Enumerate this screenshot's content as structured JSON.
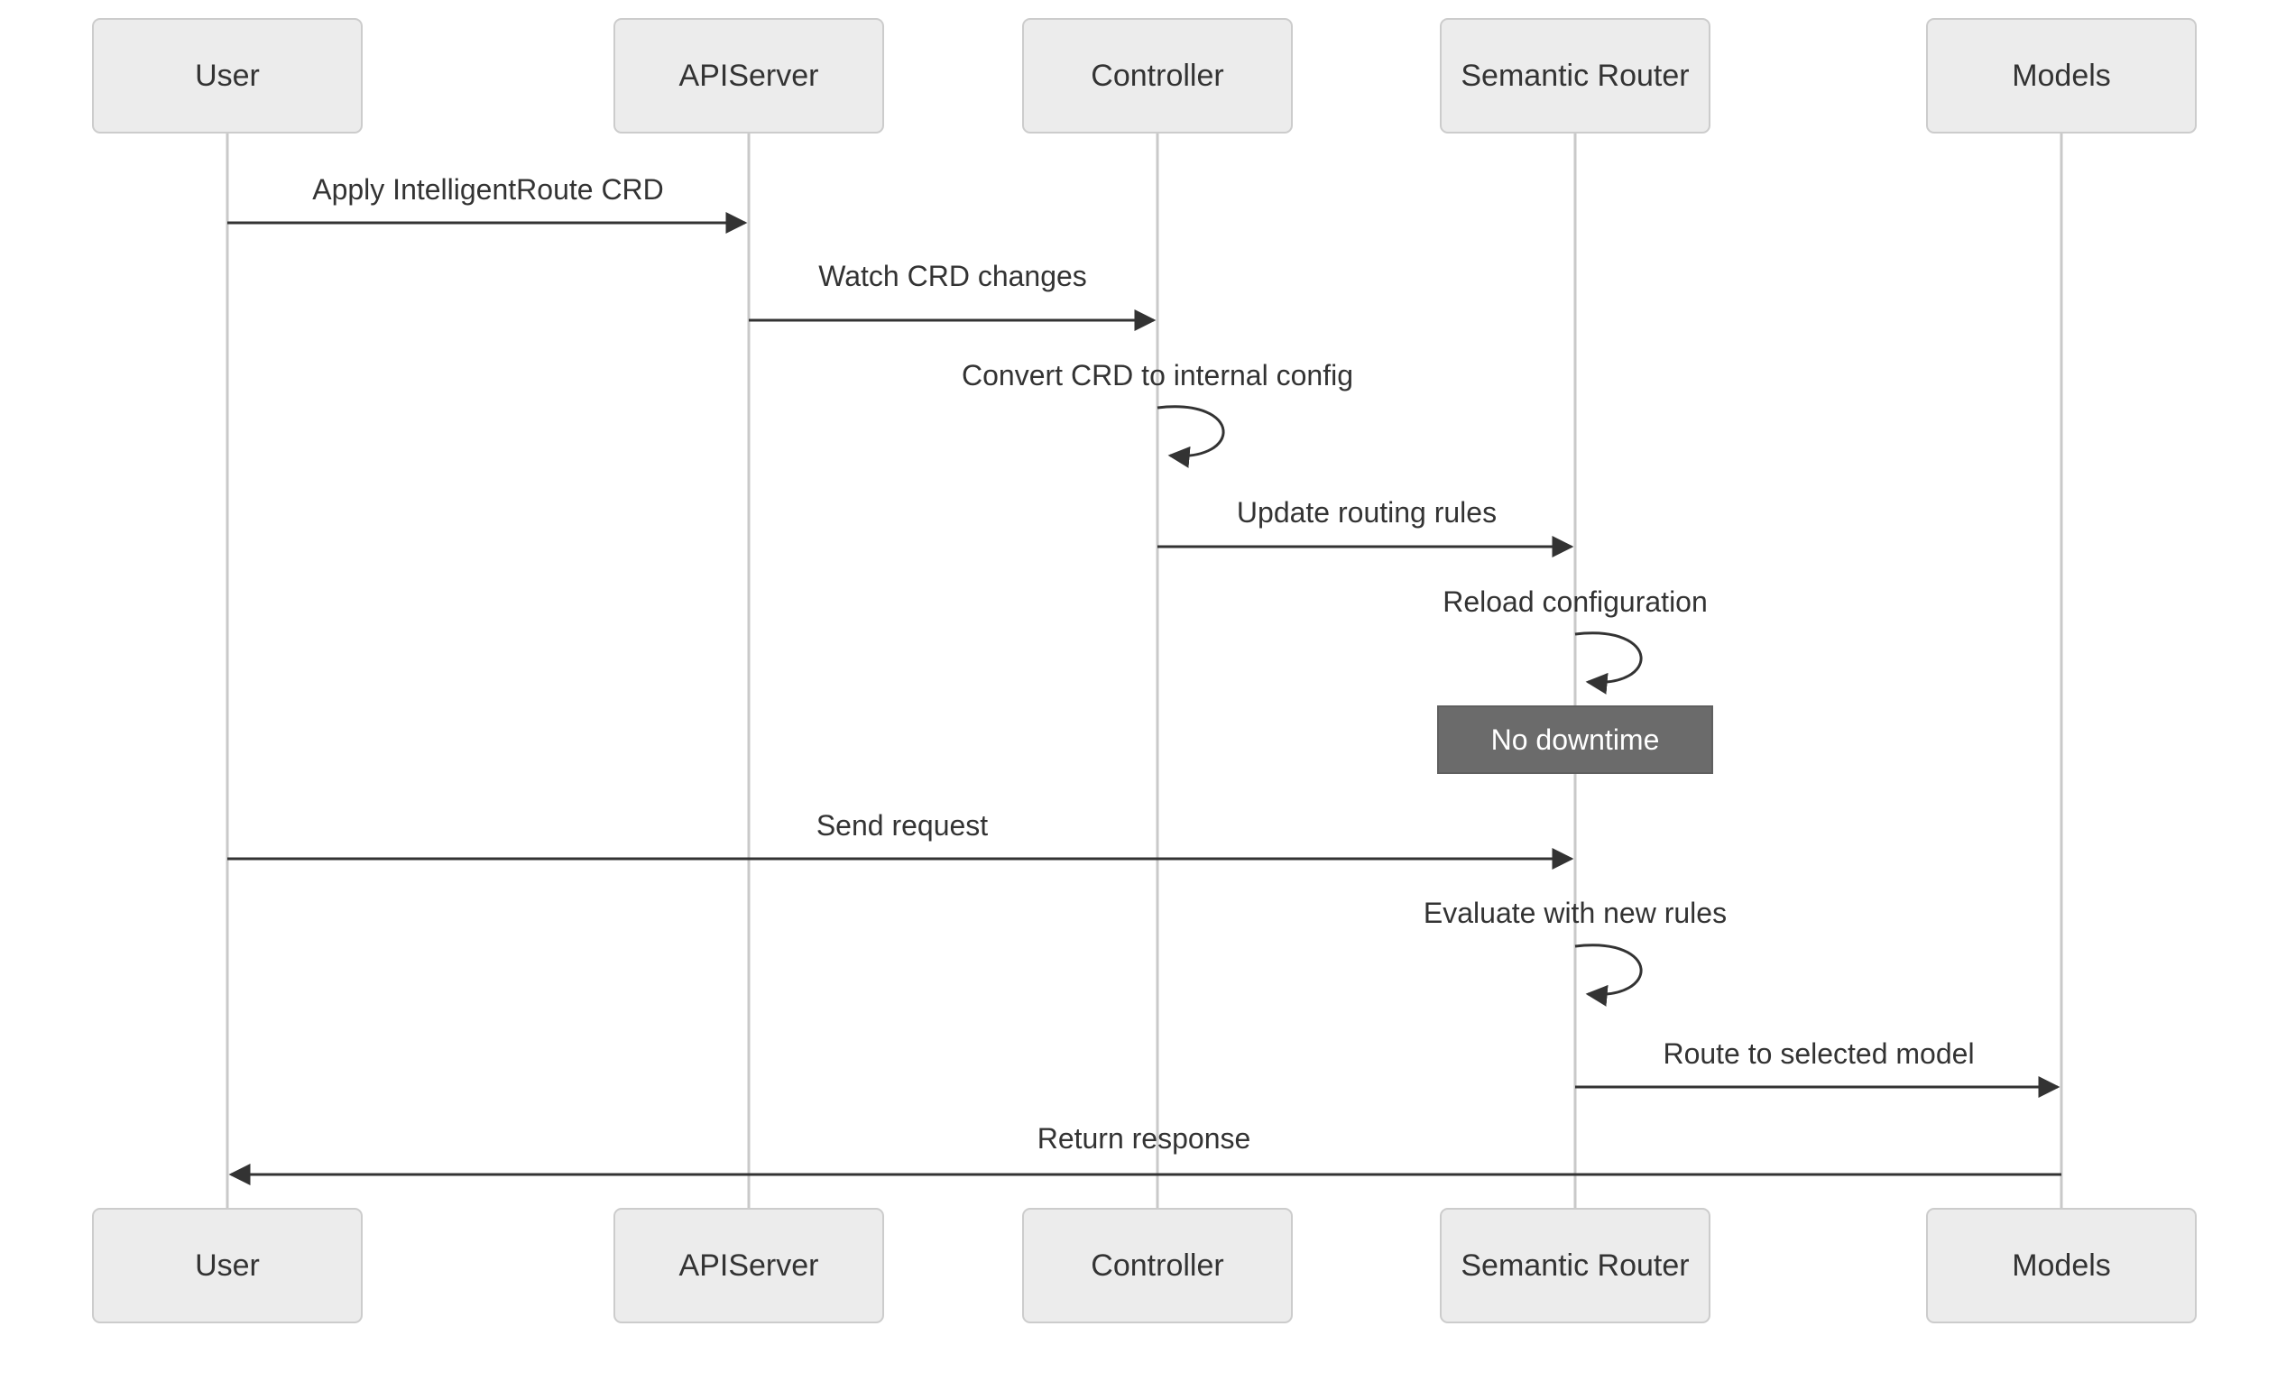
{
  "diagram": {
    "type": "sequence-diagram",
    "actors": [
      {
        "id": "user",
        "label": "User"
      },
      {
        "id": "apiserver",
        "label": "APIServer"
      },
      {
        "id": "controller",
        "label": "Controller"
      },
      {
        "id": "semantic-router",
        "label": "Semantic Router"
      },
      {
        "id": "models",
        "label": "Models"
      }
    ],
    "messages": [
      {
        "from": "User",
        "to": "APIServer",
        "label": "Apply IntelligentRoute CRD",
        "kind": "arrow"
      },
      {
        "from": "APIServer",
        "to": "Controller",
        "label": "Watch CRD changes",
        "kind": "arrow"
      },
      {
        "from": "Controller",
        "to": "Controller",
        "label": "Convert CRD to internal config",
        "kind": "self-loop"
      },
      {
        "from": "Controller",
        "to": "Semantic Router",
        "label": "Update routing rules",
        "kind": "arrow"
      },
      {
        "from": "Semantic Router",
        "to": "Semantic Router",
        "label": "Reload configuration",
        "kind": "self-loop"
      },
      {
        "from": "User",
        "to": "Semantic Router",
        "label": "Send request",
        "kind": "arrow"
      },
      {
        "from": "Semantic Router",
        "to": "Semantic Router",
        "label": "Evaluate with new rules",
        "kind": "self-loop"
      },
      {
        "from": "Semantic Router",
        "to": "Models",
        "label": "Route to selected model",
        "kind": "arrow"
      },
      {
        "from": "Models",
        "to": "User",
        "label": "Return response",
        "kind": "arrow"
      }
    ],
    "notes": [
      {
        "over": "Semantic Router",
        "label": "No downtime"
      }
    ],
    "colors": {
      "background": "#ffffff",
      "actor_fill": "#ececec",
      "actor_border": "#cccccc",
      "actor_text": "#333333",
      "lifeline": "#c9c9c9",
      "arrow": "#333333",
      "message_text": "#333333",
      "note_fill": "#6b6b6b",
      "note_border": "#5f5f5f",
      "note_text": "#ffffff"
    }
  }
}
